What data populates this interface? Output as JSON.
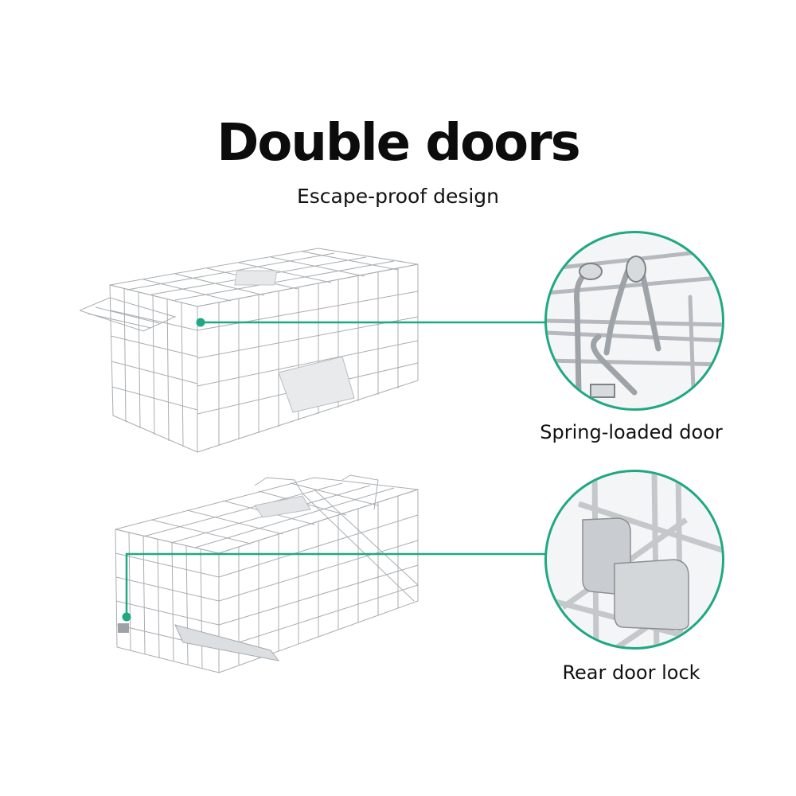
{
  "header": {
    "title": "Double doors",
    "subtitle": "Escape-proof design"
  },
  "features": [
    {
      "label": "Spring-loaded door",
      "detail_icon": "spring-hinge-closeup"
    },
    {
      "label": "Rear door lock",
      "detail_icon": "door-lock-clip-closeup"
    }
  ],
  "colors": {
    "accent": "#1fa882",
    "wire": "#a8acb0",
    "background": "#ffffff"
  }
}
